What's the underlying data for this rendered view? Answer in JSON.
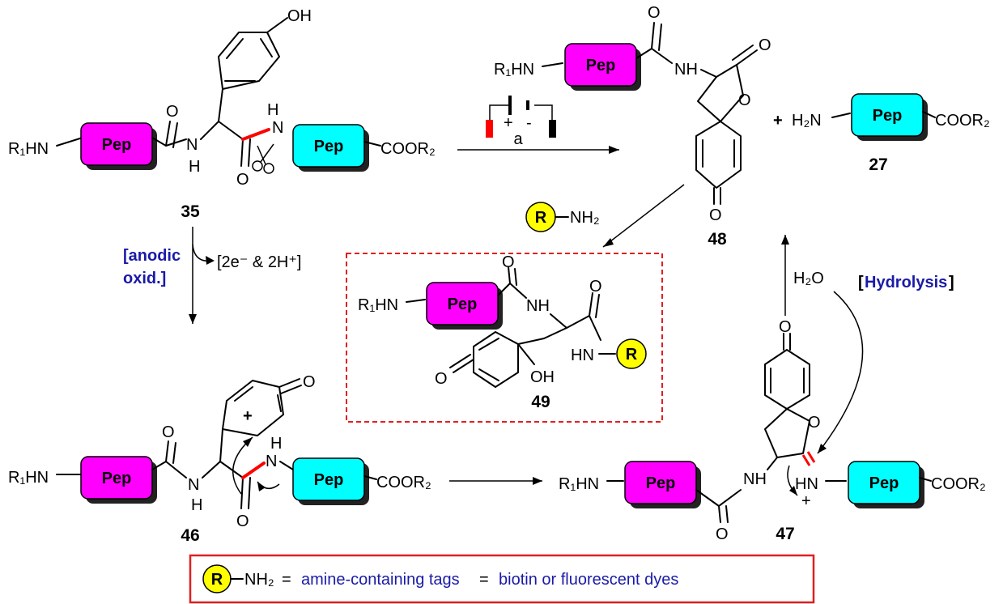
{
  "labels": {
    "pep": "Pep",
    "r1hn": "R₁HN",
    "cooR2": "COOR₂",
    "h2n": "H₂N",
    "nh": "NH",
    "hn": "HN",
    "h": "H",
    "n": "N",
    "o": "O",
    "oh": "OH",
    "h2o": "H₂O",
    "nh2": "NH₂",
    "r": "R",
    "plus": "+",
    "minus": "-",
    "a": "a"
  },
  "compounds": {
    "c35": "35",
    "c48": "48",
    "c27": "27",
    "c49": "49",
    "c46": "46",
    "c47": "47"
  },
  "conditions": {
    "anodic_line1": "[anodic",
    "anodic_line2": "oxid.]",
    "electrons": "[2e⁻ & 2H⁺]",
    "hydrolysis_open": "[",
    "hydrolysis": "Hydrolysis",
    "hydrolysis_close": "]"
  },
  "legend": {
    "equals1": "=",
    "text1": "amine-containing tags",
    "equals2": "=",
    "text2": "biotin or fluorescent dyes"
  },
  "colors": {
    "pep_magenta": "#ff00ff",
    "pep_cyan": "#00ffff",
    "tag_yellow": "#ffff00",
    "cleavage_red": "#ff0000",
    "box_red": "#e02020",
    "text_blue": "#1a1aa8"
  }
}
